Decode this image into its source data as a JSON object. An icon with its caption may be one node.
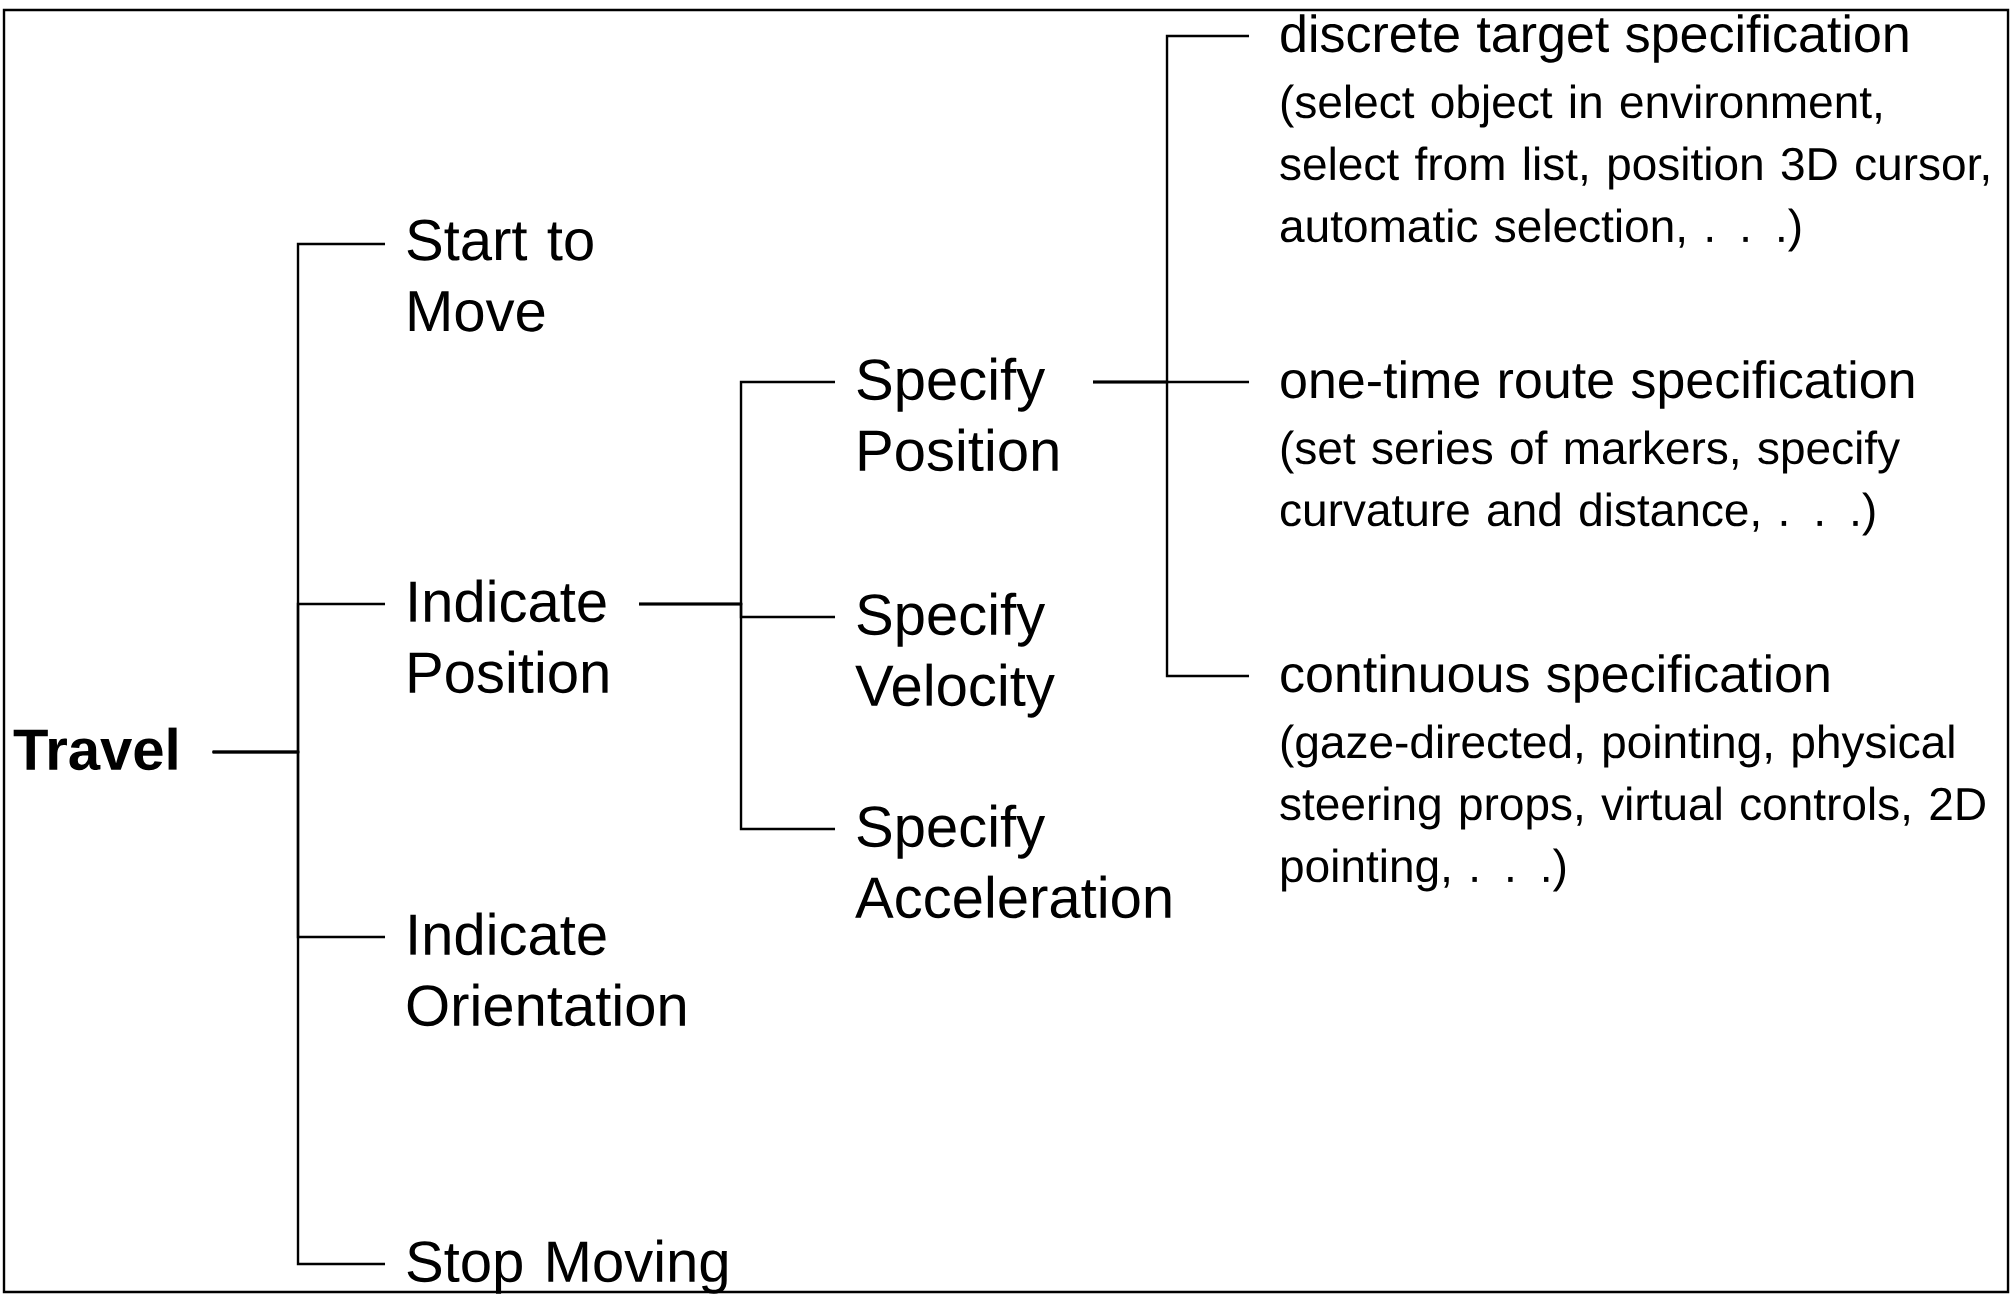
{
  "diagram": {
    "nodes": [
      {
        "text": [
          "Travel"
        ]
      },
      {
        "text": [
          "Start to Move"
        ]
      },
      {
        "text": [
          "Indicate Position"
        ]
      },
      {
        "text": [
          "Indicate Orientation"
        ]
      },
      {
        "text": [
          "Stop Moving"
        ]
      },
      {
        "text": [
          "Specify Position"
        ]
      },
      {
        "text": [
          "Specify Velocity"
        ]
      },
      {
        "text": [
          "Specify Acceleration"
        ]
      },
      {
        "text": [
          "discrete target specification",
          "(select object in environment, select from list, position 3D cursor, automatic selection, . . .)"
        ]
      },
      {
        "text": [
          "one-time route specification",
          "(set series of markers, specify curvature and distance, . . .)"
        ]
      },
      {
        "text": [
          "continuous specification",
          "(gaze-directed, pointing, physical steering props, virtual controls, 2D pointing, . . .)"
        ]
      }
    ],
    "edges": [
      {
        "from": 0,
        "to": 1,
        "arrow": "none"
      },
      {
        "from": 0,
        "to": 2,
        "arrow": "none"
      },
      {
        "from": 0,
        "to": 3,
        "arrow": "none"
      },
      {
        "from": 0,
        "to": 4,
        "arrow": "none"
      },
      {
        "from": 2,
        "to": 5,
        "arrow": "none"
      },
      {
        "from": 2,
        "to": 6,
        "arrow": "none"
      },
      {
        "from": 2,
        "to": 7,
        "arrow": "none"
      },
      {
        "from": 5,
        "to": 8,
        "arrow": "none"
      },
      {
        "from": 5,
        "to": 9,
        "arrow": "none"
      },
      {
        "from": 5,
        "to": 10,
        "arrow": "none"
      }
    ]
  }
}
